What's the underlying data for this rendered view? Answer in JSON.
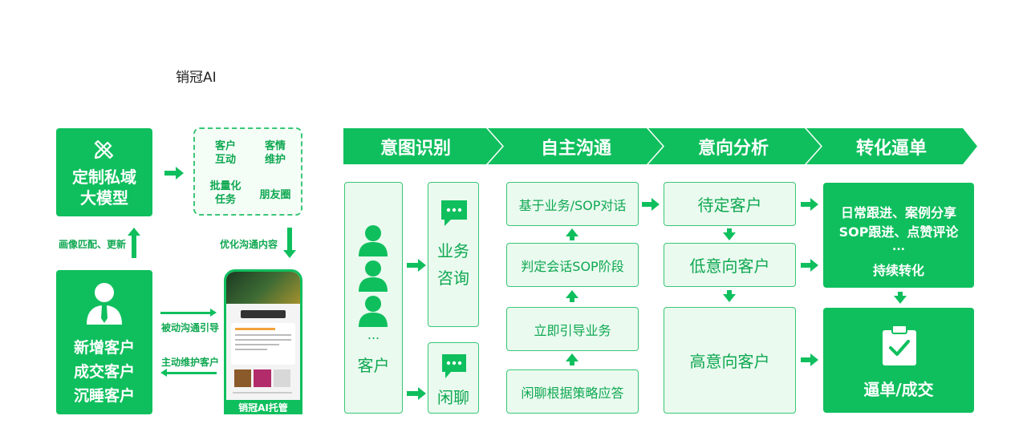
{
  "title": "销冠AI",
  "left": {
    "model_line1": "定制私域",
    "model_line2": "大模型",
    "task_cells": [
      "客户\n互动",
      "客情\n维护",
      "批量化\n任务",
      "朋友圈"
    ],
    "label_update": "画像匹配、更新",
    "label_optimize": "优化沟通内容",
    "customers": [
      "新增客户",
      "成交客户",
      "沉睡客户"
    ],
    "label_passive": "被动沟通引导",
    "label_active": "主动维护客户",
    "phone_caption": "销冠AI托管"
  },
  "stages": [
    "意图识别",
    "自主沟通",
    "意向分析",
    "转化逼单"
  ],
  "intent": {
    "customer_label": "客户",
    "ellipsis": "...",
    "business": "业务\n咨询",
    "chat": "闲聊"
  },
  "comm": [
    "基于业务/SOP对话",
    "判定会话SOP阶段",
    "立即引导业务",
    "闲聊根据策略应答"
  ],
  "analysis": [
    "待定客户",
    "低意向客户",
    "高意向客户"
  ],
  "convert": {
    "lines": [
      "日常跟进、案例分享",
      "SOP跟进、点赞评论",
      "...",
      "持续转化"
    ],
    "deal": "逼单/成交"
  },
  "colors": {
    "primary": "#0fbf5d",
    "light": "#eafaef",
    "text_green": "#0fa851"
  },
  "icons": [
    "tools-icon",
    "person-icon",
    "chat-icon",
    "user-icon",
    "clipboard-check-icon",
    "phone-mock"
  ]
}
